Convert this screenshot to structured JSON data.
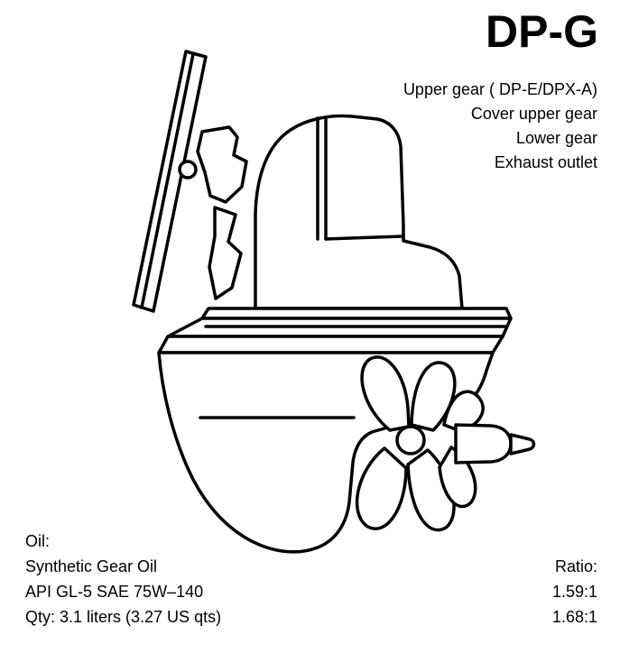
{
  "title": "DP-G",
  "callouts": [
    "Upper gear ( DP-E/DPX-A)",
    "Cover upper gear",
    "Lower gear",
    "Exhaust outlet"
  ],
  "oil": {
    "heading": "Oil:",
    "type": "Synthetic Gear Oil",
    "spec": "API GL-5 SAE 75W–140",
    "quantity": "Qty: 3.1 liters (3.27 US qts)"
  },
  "ratio": {
    "heading": "Ratio:",
    "values": [
      "1.59:1",
      "1.68:1"
    ]
  },
  "colors": {
    "line": "#000000",
    "background": "#ffffff"
  }
}
